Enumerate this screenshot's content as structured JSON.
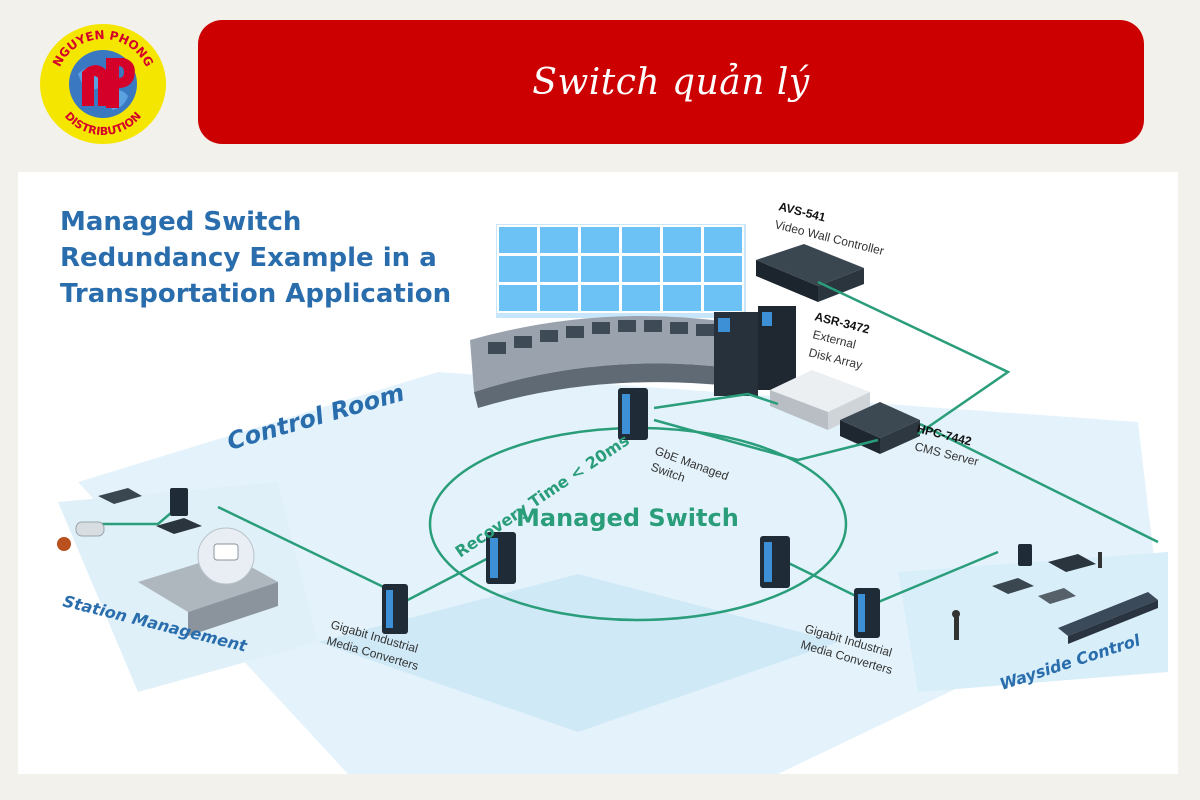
{
  "header": {
    "logo_top_text": "NGUYEN PHONG",
    "logo_bottom_text": "DISTRIBUTION",
    "logo_monogram": "nP",
    "title": "Switch quản lý"
  },
  "diagram": {
    "heading_lines": [
      "Managed Switch",
      "Redundancy Example in a",
      "Transportation Application"
    ],
    "control_room": "Control Room",
    "ring_label": "Managed Switch",
    "recovery_label": "Recovery Time < 20ms",
    "station_label": "Station Management",
    "wayside_label": "Wayside Control",
    "devices": {
      "avs_model": "AVS-541",
      "avs_desc": "Video Wall Controller",
      "asr_model": "ASR-3472",
      "asr_desc_1": "External",
      "asr_desc_2": "Disk Array",
      "hpc_model": "HPC-7442",
      "hpc_desc": "CMS Server",
      "gbe_1": "GbE Managed",
      "gbe_2": "Switch",
      "conv_left_1": "Gigabit Industrial",
      "conv_left_2": "Media Converters",
      "conv_right_1": "Gigabit Industrial",
      "conv_right_2": "Media Converters"
    },
    "colors": {
      "link_green": "#2a9d7a",
      "heading_blue": "#2a6dad",
      "floor_blue": "#d8eef9"
    }
  }
}
